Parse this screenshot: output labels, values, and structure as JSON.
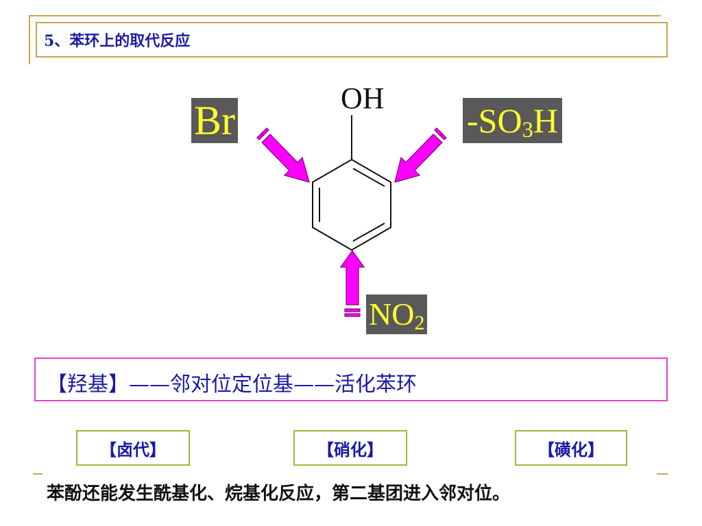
{
  "slide": {
    "title": "5、苯环上的取代反应"
  },
  "molecule": {
    "top_group": "OH",
    "left_group": "Br",
    "right_group_prefix": "-SO",
    "right_group_sub": "3",
    "right_group_suffix": "H",
    "bottom_group_prefix": "NO",
    "bottom_group_sub": "2",
    "arrow_color": "#ff00ff",
    "label_bg_color": "#595959",
    "label_text_color": "#ffff2e"
  },
  "statement": {
    "text": "【羟基】——邻对位定位基——活化苯环"
  },
  "reactions": {
    "halogenation": "【卤代】",
    "nitration": "【硝化】",
    "sulfonation": "【磺化】"
  },
  "footer": {
    "text": "苯酚还能发生酰基化、烷基化反应，第二基团进入邻对位。"
  },
  "colors": {
    "title_text": "#1a1aa6",
    "title_border": "#c8a64c",
    "statement_border": "#e83fd0",
    "reaction_border": "#9bb83a"
  }
}
